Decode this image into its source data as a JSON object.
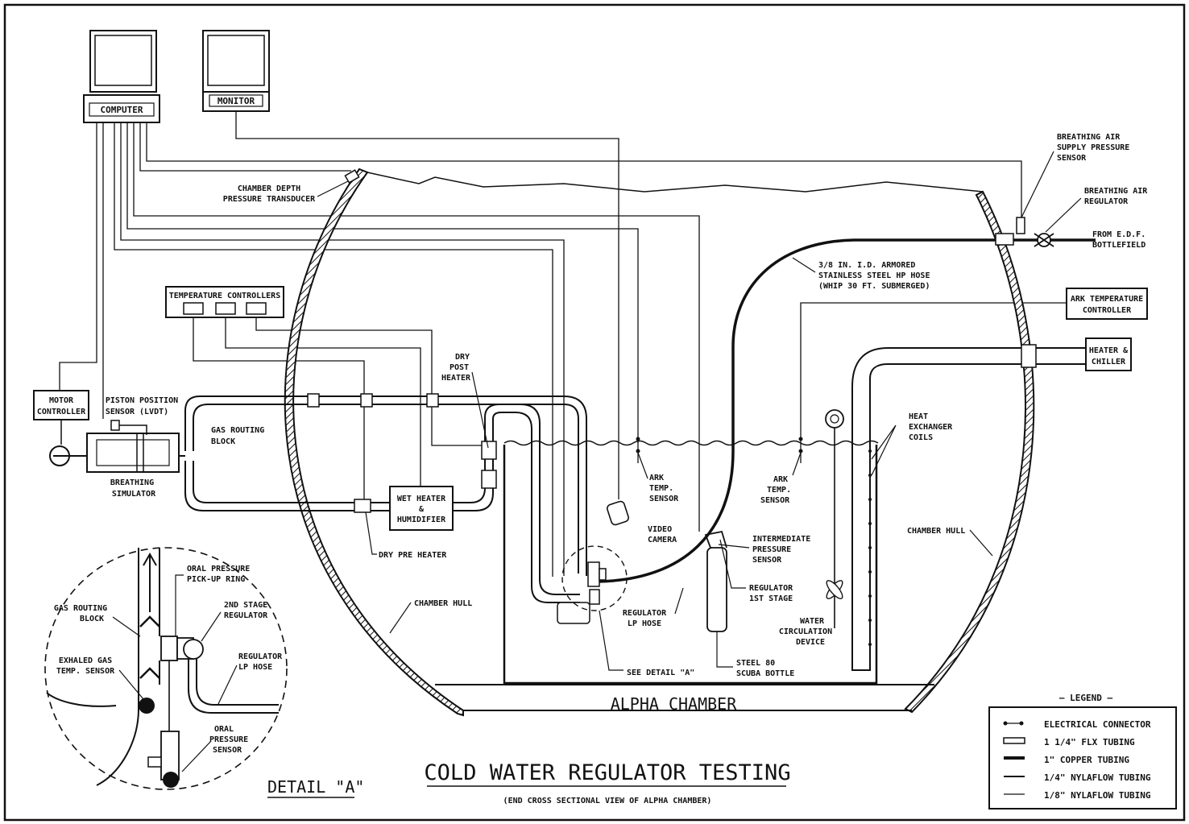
{
  "diagram": {
    "title": "COLD WATER REGULATOR TESTING",
    "subtitle": "(END CROSS SECTIONAL VIEW OF ALPHA CHAMBER)",
    "chamber_label": "ALPHA CHAMBER",
    "detail_label": "DETAIL \"A\"",
    "labels": {
      "computer": "COMPUTER",
      "monitor": "MONITOR",
      "motor_controller": [
        "MOTOR",
        "CONTROLLER"
      ],
      "temp_controllers": "TEMPERATURE CONTROLLERS",
      "chamber_depth": [
        "CHAMBER DEPTH",
        "PRESSURE TRANSDUCER"
      ],
      "breathing_air_sensor": [
        "BREATHING AIR",
        "SUPPLY PRESSURE",
        "SENSOR"
      ],
      "breathing_air_regulator": [
        "BREATHING AIR",
        "REGULATOR"
      ],
      "from_edf": [
        "FROM E.D.F.",
        "BOTTLEFIELD"
      ],
      "hp_hose": [
        "3/8 IN. I.D. ARMORED",
        "STAINLESS STEEL HP HOSE",
        "(WHIP 30 FT. SUBMERGED)"
      ],
      "ark_temp_controller": [
        "ARK TEMPERATURE",
        "CONTROLLER"
      ],
      "heater_chiller": [
        "HEATER &",
        "CHILLER"
      ],
      "piston_sensor": [
        "PISTON POSITION",
        "SENSOR (LVDT)"
      ],
      "gas_routing_block": [
        "GAS ROUTING",
        "BLOCK"
      ],
      "breathing_simulator": [
        "BREATHING",
        "SIMULATOR"
      ],
      "dry_post_heater": [
        "DRY",
        "POST",
        "HEATER"
      ],
      "wet_heater": [
        "WET HEATER",
        "&",
        "HUMIDIFIER"
      ],
      "dry_pre_heater": "DRY PRE HEATER",
      "ark_temp_sensor_1": [
        "ARK",
        "TEMP.",
        "SENSOR"
      ],
      "ark_temp_sensor_2": [
        "ARK",
        "TEMP.",
        "SENSOR"
      ],
      "heat_exchanger": [
        "HEAT",
        "EXCHANGER",
        "COILS"
      ],
      "video_camera": [
        "VIDEO",
        "CAMERA"
      ],
      "intermediate_sensor": [
        "INTERMEDIATE",
        "PRESSURE",
        "SENSOR"
      ],
      "regulator_1st": [
        "REGULATOR",
        "1ST STAGE"
      ],
      "regulator_lp_hose": [
        "REGULATOR",
        "LP HOSE"
      ],
      "chamber_hull_left": "CHAMBER HULL",
      "chamber_hull_right": "CHAMBER HULL",
      "water_circulation": [
        "WATER",
        "CIRCULATION",
        "DEVICE"
      ],
      "see_detail": "SEE DETAIL \"A\"",
      "steel_bottle": [
        "STEEL 80",
        "SCUBA BOTTLE"
      ],
      "detail_oral_ring": [
        "ORAL PRESSURE",
        "PICK-UP RING"
      ],
      "detail_gas_block": [
        "GAS ROUTING",
        "BLOCK"
      ],
      "detail_2nd_stage": [
        "2ND STAGE",
        "REGULATOR"
      ],
      "detail_exhaled": [
        "EXHALED GAS",
        "TEMP. SENSOR"
      ],
      "detail_lp_hose": [
        "REGULATOR",
        "LP HOSE"
      ],
      "detail_oral_sensor": [
        "ORAL",
        "PRESSURE",
        "SENSOR"
      ]
    },
    "legend": {
      "title": "— LEGEND —",
      "items": [
        {
          "symbol": "electrical-connector",
          "label": "ELECTRICAL CONNECTOR"
        },
        {
          "symbol": "flex-tubing",
          "label": "1 1/4\" FLX TUBING"
        },
        {
          "symbol": "copper-tubing",
          "label": "1\" COPPER TUBING"
        },
        {
          "symbol": "nylaflow-quarter",
          "label": "1/4\" NYLAFLOW TUBING"
        },
        {
          "symbol": "nylaflow-eighth",
          "label": "1/8\" NYLAFLOW TUBING"
        }
      ]
    }
  }
}
